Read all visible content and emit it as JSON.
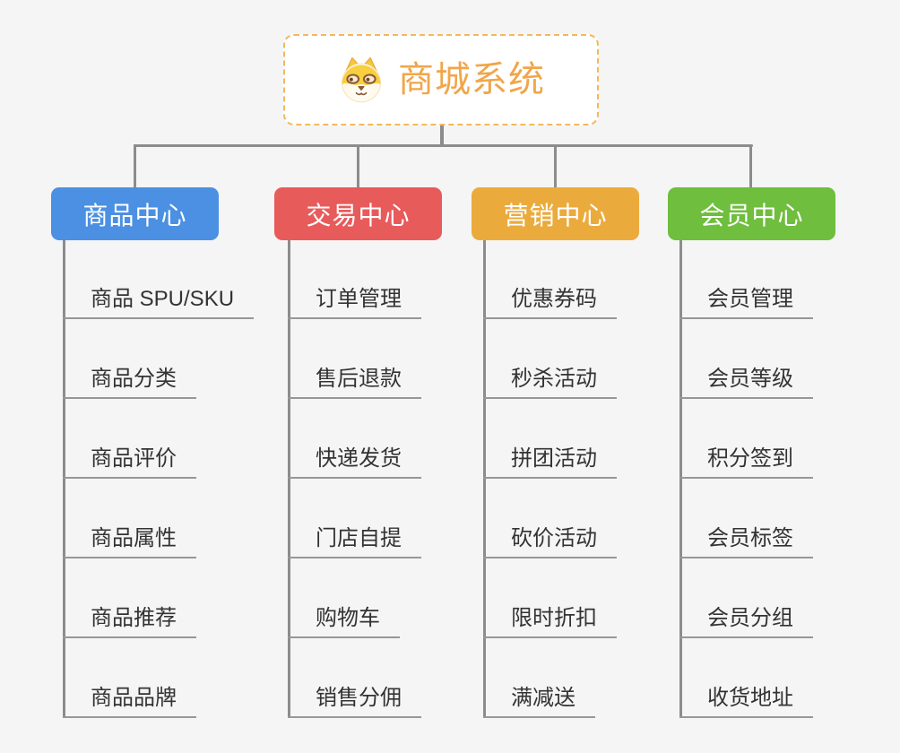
{
  "theme": {
    "page_bg": "#f5f5f5",
    "line_color": "#8c8c8c",
    "underline_color": "#979797",
    "item_text": "#333333",
    "root_border": "#f3b85c",
    "root_text": "#f0a64a"
  },
  "root": {
    "title": "商城系统",
    "icon": "dog-face-icon"
  },
  "branches": [
    {
      "label": "商品中心",
      "color": "#4b90e2",
      "items": [
        "商品 SPU/SKU",
        "商品分类",
        "商品评价",
        "商品属性",
        "商品推荐",
        "商品品牌"
      ]
    },
    {
      "label": "交易中心",
      "color": "#e85b5b",
      "items": [
        "订单管理",
        "售后退款",
        "快递发货",
        "门店自提",
        "购物车",
        "销售分佣"
      ]
    },
    {
      "label": "营销中心",
      "color": "#ebab3c",
      "items": [
        "优惠券码",
        "秒杀活动",
        "拼团活动",
        "砍价活动",
        "限时折扣",
        "满减送"
      ]
    },
    {
      "label": "会员中心",
      "color": "#6fbe3e",
      "items": [
        "会员管理",
        "会员等级",
        "积分签到",
        "会员标签",
        "会员分组",
        "收货地址"
      ]
    }
  ]
}
